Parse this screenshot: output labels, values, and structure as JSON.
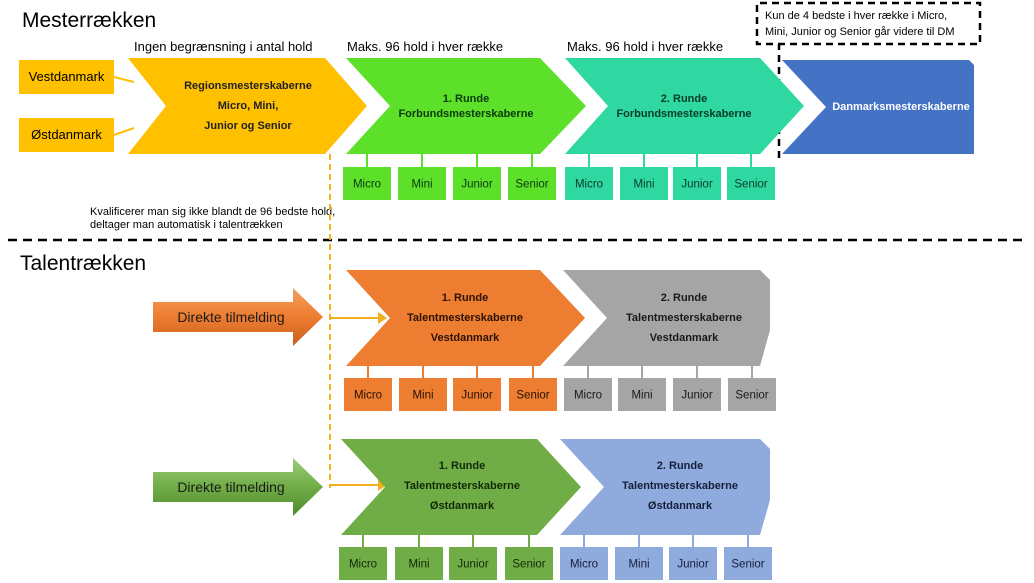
{
  "sections": {
    "mester_title": "Mesterrækken",
    "talent_title": "Talentrækken"
  },
  "captions": {
    "no_limit": "Ingen begrænsning i antal hold",
    "max_round1": "Maks. 96 hold i hver række",
    "max_round2": "Maks. 96 hold i hver række",
    "qualify_line1": "Kvalificerer man sig ikke blandt de 96 bedste hold,",
    "qualify_line2": "deltager man automatisk i talentrækken"
  },
  "note": {
    "line1": "Kun de 4 bedste i hver række i Micro,",
    "line2": "Mini, Junior og Senior går videre til DM"
  },
  "regions": {
    "west": "Vestdanmark",
    "east": "Østdanmark"
  },
  "stages": {
    "regional": [
      "Regionsmesterskaberne",
      "Micro, Mini,",
      "Junior og Senior"
    ],
    "fm_round1": [
      "1. Runde",
      "Forbundsmesterskaberne"
    ],
    "fm_round2": [
      "2. Runde",
      "Forbundsmesterskaberne"
    ],
    "dm": "Danmarksmesterskaberne",
    "tm_west_round1": [
      "1. Runde",
      "Talentmesterskaberne",
      "Vestdanmark"
    ],
    "tm_west_round2": [
      "2. Runde",
      "Talentmesterskaberne",
      "Vestdanmark"
    ],
    "tm_east_round1": [
      "1. Runde",
      "Talentmesterskaberne",
      "Østdanmark"
    ],
    "tm_east_round2": [
      "2. Runde",
      "Talentmesterskaberne",
      "Østdanmark"
    ]
  },
  "direct_signup": {
    "west": "Direkte tilmelding",
    "east": "Direkte tilmelding"
  },
  "categories": [
    "Micro",
    "Mini",
    "Junior",
    "Senior"
  ],
  "colors": {
    "regional": "#FFC000",
    "fm_round1": "#5CE02A",
    "fm_round2": "#2FD8A0",
    "dm": "#4472C4",
    "tm_west_round1": "#ED7D31",
    "tm_west_round2": "#A5A5A5",
    "tm_east_round1": "#70AD47",
    "tm_east_round2": "#8FAADC",
    "connector": "#F0B020"
  }
}
